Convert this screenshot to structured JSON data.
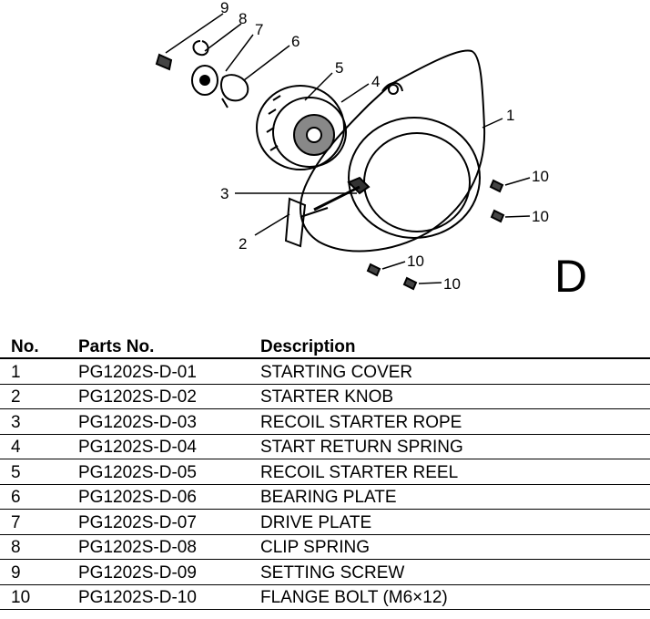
{
  "section_letter": "D",
  "callouts": [
    "1",
    "2",
    "3",
    "4",
    "5",
    "6",
    "7",
    "8",
    "9",
    "10"
  ],
  "table": {
    "headers": {
      "no": "No.",
      "parts_no": "Parts No.",
      "description": "Description"
    },
    "rows": [
      {
        "no": "1",
        "parts_no": "PG1202S-D-01",
        "description": "STARTING COVER"
      },
      {
        "no": "2",
        "parts_no": "PG1202S-D-02",
        "description": "STARTER KNOB"
      },
      {
        "no": "3",
        "parts_no": "PG1202S-D-03",
        "description": "RECOIL STARTER ROPE"
      },
      {
        "no": "4",
        "parts_no": "PG1202S-D-04",
        "description": "START RETURN SPRING"
      },
      {
        "no": "5",
        "parts_no": "PG1202S-D-05",
        "description": "RECOIL STARTER REEL"
      },
      {
        "no": "6",
        "parts_no": "PG1202S-D-06",
        "description": "BEARING PLATE"
      },
      {
        "no": "7",
        "parts_no": "PG1202S-D-07",
        "description": "DRIVE PLATE"
      },
      {
        "no": "8",
        "parts_no": "PG1202S-D-08",
        "description": "CLIP SPRING"
      },
      {
        "no": "9",
        "parts_no": "PG1202S-D-09",
        "description": "SETTING SCREW"
      },
      {
        "no": "10",
        "parts_no": "PG1202S-D-10",
        "description": "FLANGE BOLT (M6×12)"
      }
    ]
  }
}
